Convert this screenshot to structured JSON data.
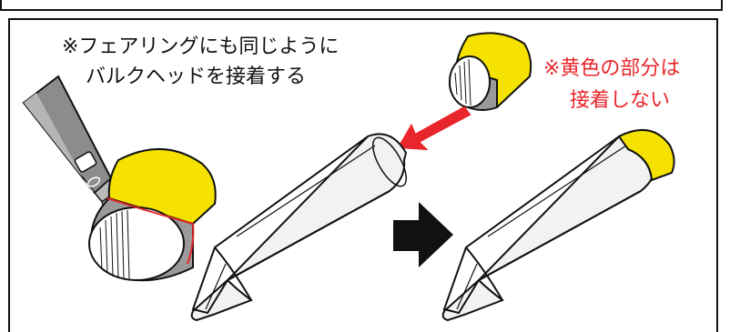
{
  "instructions": {
    "black_line1": "※フェアリングにも同じように",
    "black_line2": "バルクヘッドを接着する",
    "red_line1": "※黄色の部分は",
    "red_line2": "接着しない"
  },
  "colors": {
    "yellow": "#f5e200",
    "gray": "#9a9a9a",
    "red": "#e8262b",
    "outline": "#111111"
  }
}
